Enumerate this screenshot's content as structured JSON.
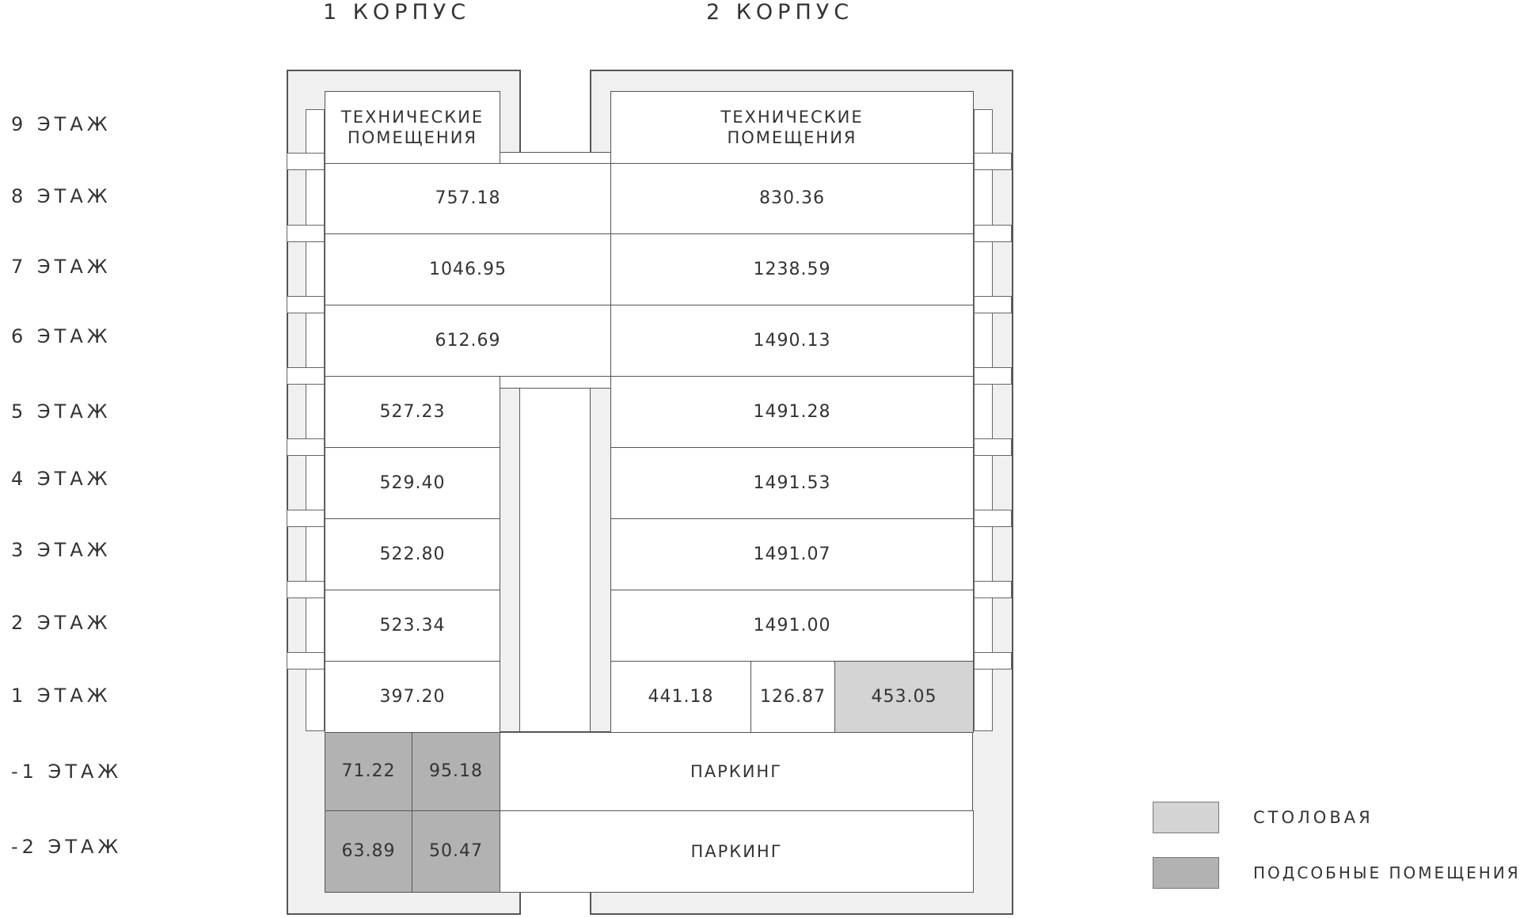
{
  "headers": {
    "building1": "1 КОРПУС",
    "building2": "2 КОРПУС"
  },
  "floors": [
    "9 ЭТАЖ",
    "8 ЭТАЖ",
    "7 ЭТАЖ",
    "6 ЭТАЖ",
    "5 ЭТАЖ",
    "4 ЭТАЖ",
    "3 ЭТАЖ",
    "2 ЭТАЖ",
    "1 ЭТАЖ",
    "-1 ЭТАЖ",
    "-2 ЭТАЖ"
  ],
  "building1": {
    "f9": "ТЕХНИЧЕСКИЕ ПОМЕЩЕНИЯ",
    "f8": "757.18",
    "f7": "1046.95",
    "f6": "612.69",
    "f5": "527.23",
    "f4": "529.40",
    "f3": "522.80",
    "f2": "523.34",
    "f1": "397.20",
    "b1_left": "71.22",
    "b1_right": "95.18",
    "b2_left": "63.89",
    "b2_right": "50.47"
  },
  "building2": {
    "f9": "ТЕХНИЧЕСКИЕ ПОМЕЩЕНИЯ",
    "f8": "830.36",
    "f7": "1238.59",
    "f6": "1490.13",
    "f5": "1491.28",
    "f4": "1491.53",
    "f3": "1491.07",
    "f2": "1491.00",
    "f1_a": "441.18",
    "f1_b": "126.87",
    "f1_c": "453.05"
  },
  "parking": {
    "b1": "ПАРКИНГ",
    "b2": "ПАРКИНГ"
  },
  "legend": {
    "canteen_label": "СТОЛОВАЯ",
    "utility_label": "ПОДСОБНЫЕ ПОМЕЩЕНИЯ"
  },
  "colors": {
    "canteen": "#d4d4d4",
    "utility": "#b2b2b2",
    "line": "#555555"
  }
}
